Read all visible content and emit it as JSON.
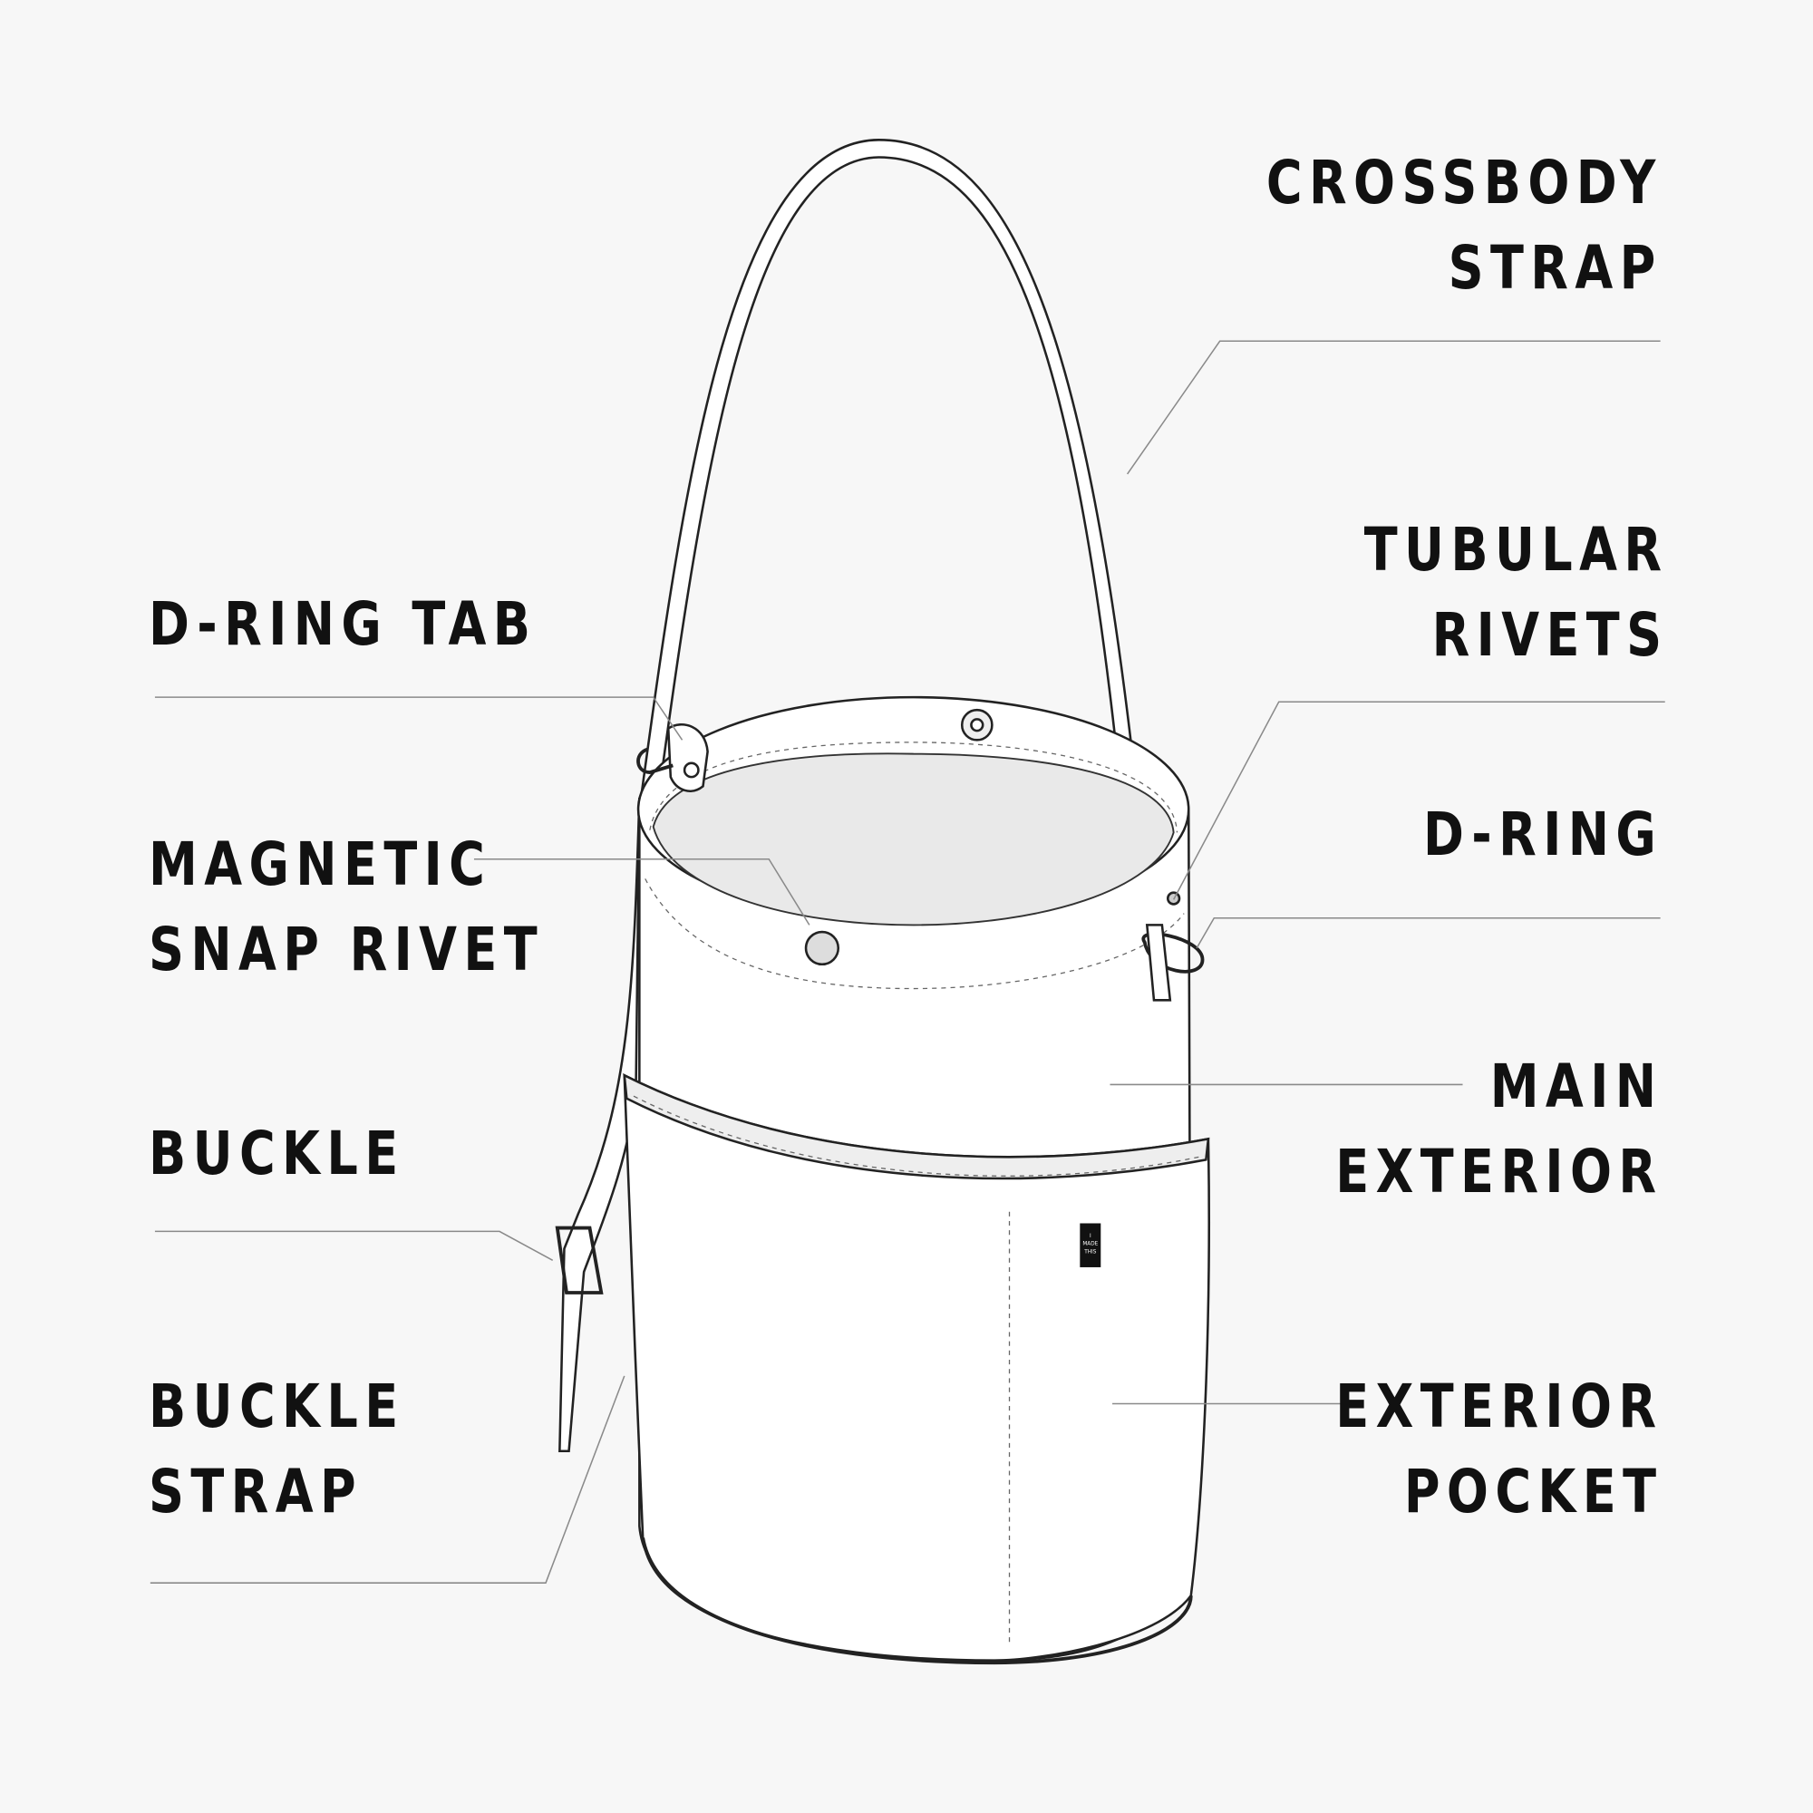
{
  "labels": {
    "crossbody_strap": [
      "CROSSBODY",
      "STRAP"
    ],
    "tubular_rivets": [
      "TUBULAR",
      "RIVETS"
    ],
    "d_ring": [
      "D-RING"
    ],
    "main_exterior": [
      "MAIN",
      "EXTERIOR"
    ],
    "exterior_pocket": [
      "EXTERIOR",
      "POCKET"
    ],
    "d_ring_tab": [
      "D-RING TAB"
    ],
    "magnetic_snap_rivet": [
      "MAGNETIC",
      "SNAP RIVET"
    ],
    "buckle": [
      "BUCKLE"
    ],
    "buckle_strap": [
      "BUCKLE",
      "STRAP"
    ]
  },
  "tag": {
    "text": [
      "I",
      "MADE",
      "THIS"
    ]
  },
  "colors": {
    "background": "#f7f7f7",
    "ink": "#111111",
    "leader": "#8a8a8a"
  }
}
